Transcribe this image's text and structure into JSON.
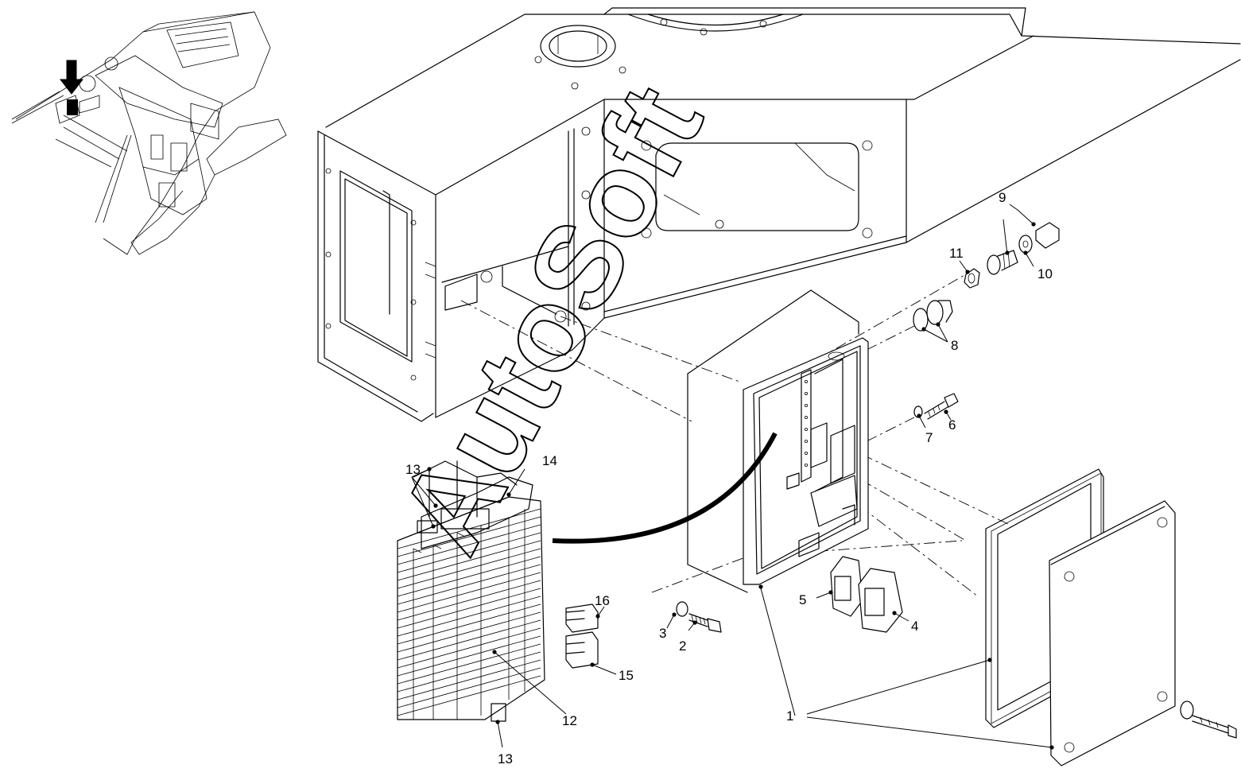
{
  "diagram": {
    "watermark": "AutoSoft",
    "callouts": [
      {
        "key": "c1",
        "label": "1"
      },
      {
        "key": "c2",
        "label": "2"
      },
      {
        "key": "c3",
        "label": "3"
      },
      {
        "key": "c4",
        "label": "4"
      },
      {
        "key": "c5",
        "label": "5"
      },
      {
        "key": "c6",
        "label": "6"
      },
      {
        "key": "c7",
        "label": "7"
      },
      {
        "key": "c8",
        "label": "8"
      },
      {
        "key": "c9",
        "label": "9"
      },
      {
        "key": "c10",
        "label": "10"
      },
      {
        "key": "c11",
        "label": "11"
      },
      {
        "key": "c12",
        "label": "12"
      },
      {
        "key": "c13a",
        "label": "13"
      },
      {
        "key": "c13b",
        "label": "13"
      },
      {
        "key": "c14",
        "label": "14"
      },
      {
        "key": "c15",
        "label": "15"
      },
      {
        "key": "c16",
        "label": "16"
      }
    ],
    "colors": {
      "line": "#000000",
      "background": "#ffffff"
    }
  }
}
